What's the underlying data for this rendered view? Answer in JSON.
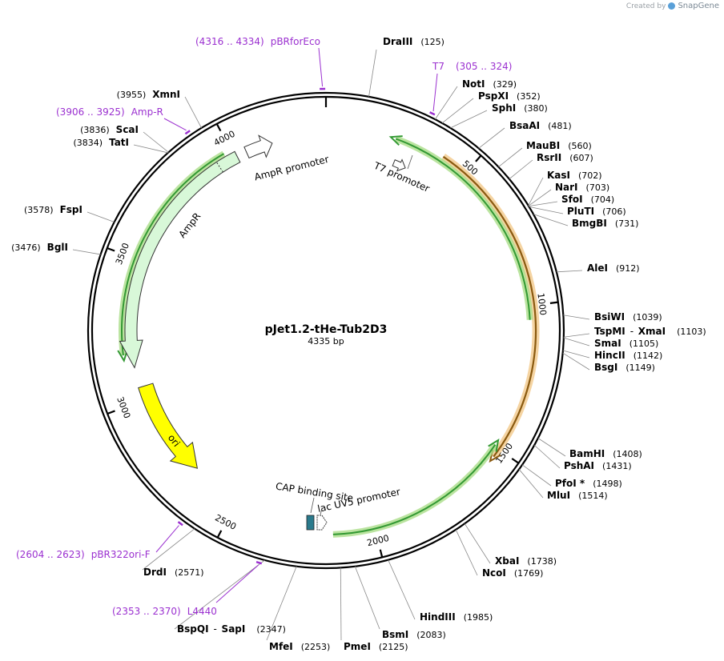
{
  "credit": {
    "prefix": "Created by",
    "brand": "SnapGene"
  },
  "plasmid": {
    "name": "pJet1.2-tHe-Tub2D3",
    "size_label": "4335 bp",
    "length": 4335
  },
  "colors": {
    "primer": "#9b30d0",
    "backbone": "#000000",
    "promoter_fill": "#ffffff",
    "amp": "#d8f8d8",
    "ori": "#ffff00",
    "orange_feature": "#e8a030",
    "green_feature": "#339933",
    "cap_site": "#2a7a8c"
  },
  "ticks": [
    {
      "pos": 500,
      "label": "500"
    },
    {
      "pos": 1000,
      "label": "1000"
    },
    {
      "pos": 1500,
      "label": "1500"
    },
    {
      "pos": 2000,
      "label": "2000"
    },
    {
      "pos": 2500,
      "label": "2500"
    },
    {
      "pos": 3000,
      "label": "3000"
    },
    {
      "pos": 3500,
      "label": "3500"
    },
    {
      "pos": 4000,
      "label": "4000"
    }
  ],
  "features": [
    {
      "name": "AmpR promoter",
      "label": "AmpR promoter"
    },
    {
      "name": "AmpR",
      "label": "AmpR"
    },
    {
      "name": "ori",
      "label": "ori"
    },
    {
      "name": "T7 promoter",
      "label": "T7 promoter"
    },
    {
      "name": "CAP binding site",
      "label": "CAP binding site"
    },
    {
      "name": "lac UV5 promoter",
      "label": "lac UV5 promoter"
    }
  ],
  "primers": [
    {
      "name": "pBRforEco",
      "range": "(4316 .. 4334)"
    },
    {
      "name": "T7",
      "range": "(305 .. 324)"
    },
    {
      "name": "Amp-R",
      "range": "(3906 .. 3925)"
    },
    {
      "name": "pBR322ori-F",
      "range": "(2604 .. 2623)"
    },
    {
      "name": "L4440",
      "range": "(2353 .. 2370)"
    }
  ],
  "enzymes": [
    {
      "name": "DraIII",
      "pos": "(125)"
    },
    {
      "name": "NotI",
      "pos": "(329)"
    },
    {
      "name": "PspXI",
      "pos": "(352)"
    },
    {
      "name": "SphI",
      "pos": "(380)"
    },
    {
      "name": "BsaAI",
      "pos": "(481)"
    },
    {
      "name": "MauBI",
      "pos": "(560)"
    },
    {
      "name": "RsrII",
      "pos": "(607)"
    },
    {
      "name": "KasI",
      "pos": "(702)"
    },
    {
      "name": "NarI",
      "pos": "(703)"
    },
    {
      "name": "SfoI",
      "pos": "(704)"
    },
    {
      "name": "PluTI",
      "pos": "(706)"
    },
    {
      "name": "BmgBI",
      "pos": "(731)"
    },
    {
      "name": "AleI",
      "pos": "(912)"
    },
    {
      "name": "BsiWI",
      "pos": "(1039)"
    },
    {
      "name": "TspMI",
      "sep": "-",
      "name2": "XmaI",
      "pos": "(1103)"
    },
    {
      "name": "SmaI",
      "pos": "(1105)"
    },
    {
      "name": "HincII",
      "pos": "(1142)"
    },
    {
      "name": "BsgI",
      "pos": "(1149)"
    },
    {
      "name": "BamHI",
      "pos": "(1408)"
    },
    {
      "name": "PshAI",
      "pos": "(1431)"
    },
    {
      "name": "PfoI *",
      "pos": "(1498)"
    },
    {
      "name": "MluI",
      "pos": "(1514)"
    },
    {
      "name": "XbaI",
      "pos": "(1738)"
    },
    {
      "name": "NcoI",
      "pos": "(1769)"
    },
    {
      "name": "HindIII",
      "pos": "(1985)"
    },
    {
      "name": "BsmI",
      "pos": "(2083)"
    },
    {
      "name": "PmeI",
      "pos": "(2125)"
    },
    {
      "name": "MfeI",
      "pos": "(2253)"
    },
    {
      "name": "BspQI",
      "sep": "-",
      "name2": "SapI",
      "pos": "(2347)"
    },
    {
      "name": "DrdI",
      "pos": "(2571)"
    },
    {
      "name": "FspI",
      "pos": "(3578)"
    },
    {
      "name": "BglI",
      "pos": "(3476)"
    },
    {
      "name": "TatI",
      "pos": "(3834)"
    },
    {
      "name": "ScaI",
      "pos": "(3836)"
    },
    {
      "name": "XmnI",
      "pos": "(3955)"
    }
  ]
}
